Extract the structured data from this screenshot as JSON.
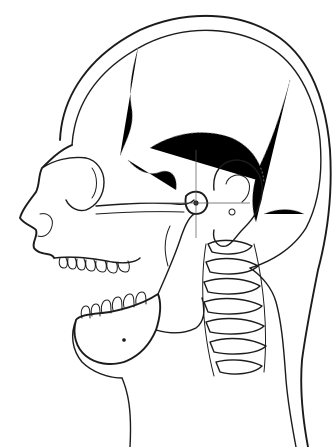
{
  "figure": {
    "background": "#ffffff",
    "line_color": "#1b1b1b",
    "suture_color": "#8a8a8a",
    "parts": [
      "head-outline",
      "cranium",
      "face-profile",
      "eye-orbit",
      "zygomatic-arch",
      "temporomandibular-joint",
      "ear",
      "upper-teeth",
      "lower-teeth",
      "mandible",
      "cervical-vertebrae",
      "neck-outline"
    ]
  }
}
